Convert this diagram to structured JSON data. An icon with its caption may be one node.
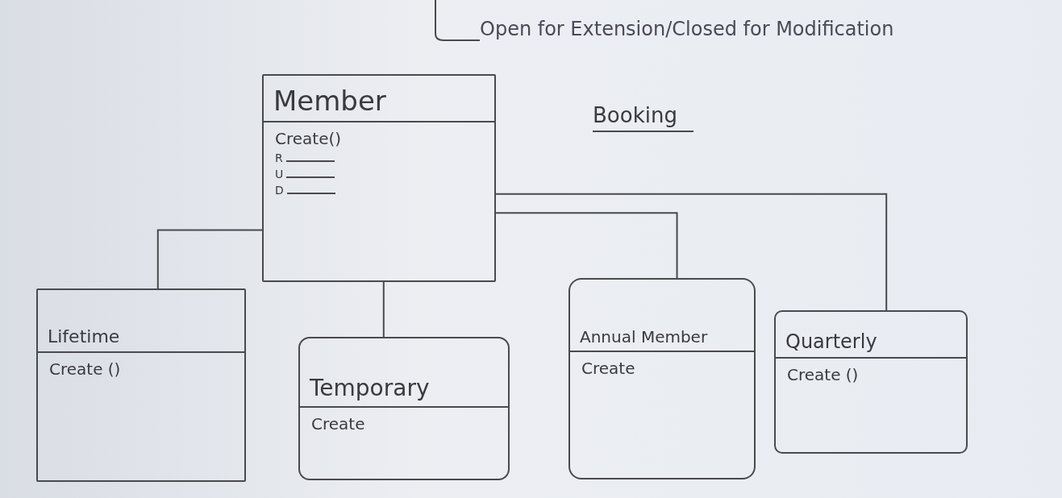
{
  "diagram": {
    "nodes": [
      {
        "text": [
          "Open for Extension/Closed for Modification"
        ]
      },
      {
        "text": [
          "Member",
          "Create()",
          "R",
          "U",
          "D"
        ]
      },
      {
        "text": [
          "Lifetime",
          "Create ()"
        ]
      },
      {
        "text": [
          "Temporary",
          "Create"
        ]
      },
      {
        "text": [
          "Annual Member",
          "Create"
        ]
      },
      {
        "text": [
          "Quarterly",
          "Create ()"
        ]
      }
    ],
    "edges": [
      {
        "from": null,
        "to": 0,
        "arrow": "none"
      },
      {
        "from": 1,
        "to": 2,
        "arrow": "none"
      },
      {
        "from": 1,
        "to": 3,
        "arrow": "none"
      },
      {
        "from": 1,
        "to": 4,
        "arrow": "none"
      },
      {
        "from": 1,
        "to": 5,
        "arrow": "none"
      }
    ],
    "labels": [
      "Booking"
    ]
  }
}
